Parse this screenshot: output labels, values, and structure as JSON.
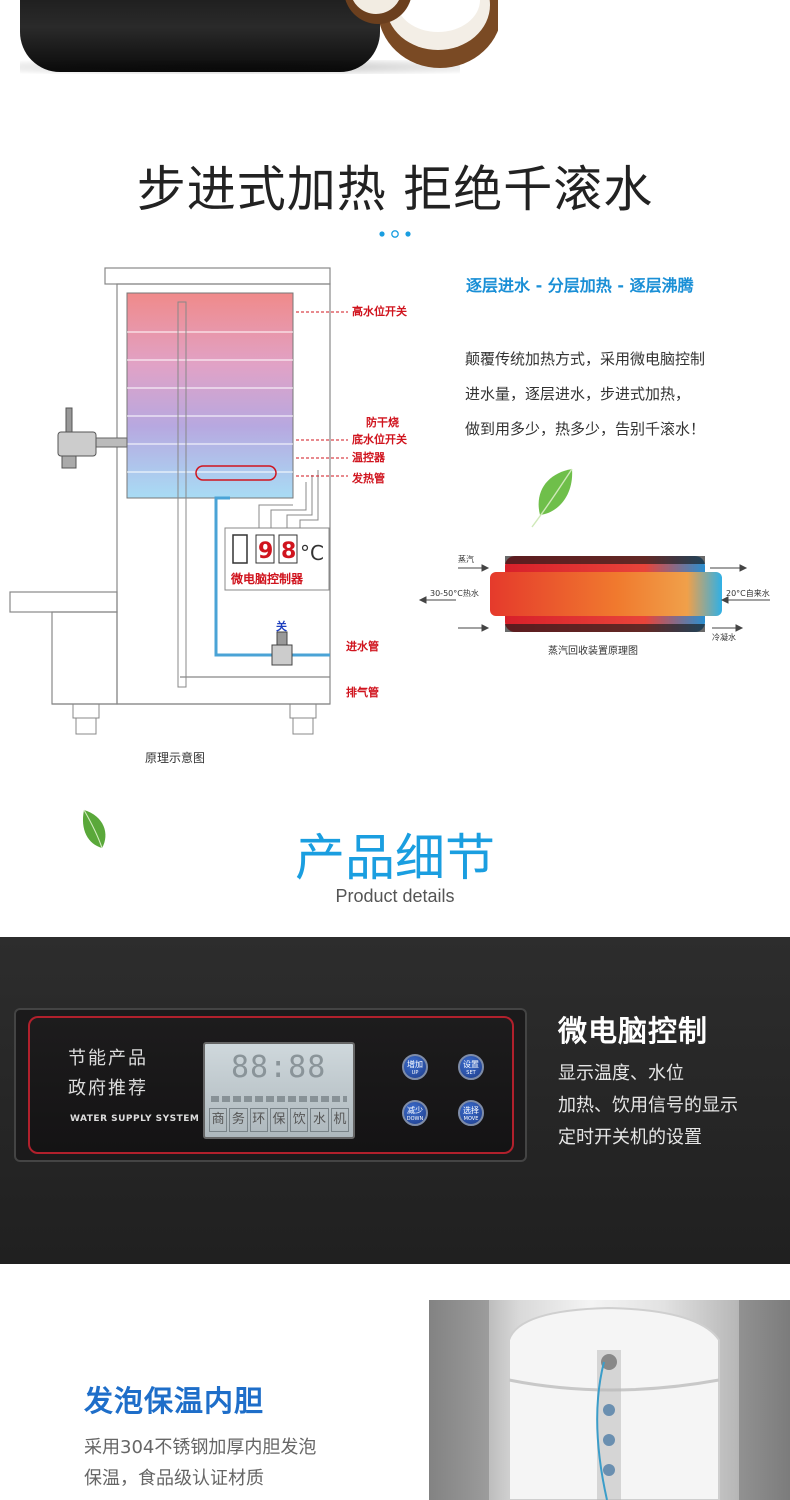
{
  "section1": {
    "title": "步进式加热 拒绝千滚水",
    "tagline": "逐层进水 - 分层加热 - 逐层沸腾",
    "desc_lines": [
      "颠覆传统加热方式，采用微电脑控制",
      "进水量，逐层进水，步进式加热，",
      "做到用多少，热多少，告别千滚水！"
    ],
    "diagram": {
      "caption": "原理示意图",
      "labels": {
        "high_switch": "高水位开关",
        "anti_dry": "防干烧",
        "low_switch": "底水位开关",
        "thermostat": "温控器",
        "heater": "发热管",
        "inlet": "进水管",
        "vent": "排气管",
        "valve": "关",
        "controller": "微电脑控制器",
        "temp_digits": [
          "9",
          "8"
        ],
        "temp_unit": "°C"
      }
    },
    "pipe_diagram": {
      "caption": "蒸汽回收装置原理图",
      "steam": "蒸汽",
      "hot_water": "30-50°C热水",
      "tap_water": "20°C自来水",
      "cold_water": "冷凝水"
    }
  },
  "section2": {
    "title": "产品细节",
    "subtitle": "Product details"
  },
  "feature1": {
    "title": "微电脑控制",
    "desc_lines": [
      "显示温度、水位",
      "加热、饮用信号的显示",
      "定时开关机的设置"
    ],
    "board": {
      "line1": "节能产品",
      "line2": "政府推荐",
      "en": "WATER SUPPLY SYSTEM",
      "lcd_digits": "88:88",
      "lcd_chars": [
        "商",
        "务",
        "环",
        "保",
        "饮",
        "水",
        "机"
      ],
      "buttons": [
        {
          "cn": "增加",
          "en": "UP"
        },
        {
          "cn": "设置",
          "en": "SET"
        },
        {
          "cn": "减少",
          "en": "DOWN"
        },
        {
          "cn": "选择",
          "en": "MOVE"
        }
      ]
    }
  },
  "feature2": {
    "title": "发泡保温内胆",
    "desc_lines": [
      "采用304不锈钢加厚内胆发泡",
      "保温，食品级认证材质"
    ]
  },
  "colors": {
    "accent_blue": "#1a9ee0",
    "tagline_blue": "#1a8fd6",
    "feature_blue": "#1e6ec9",
    "label_red": "#d0141e",
    "dark_panel": "#262626"
  }
}
